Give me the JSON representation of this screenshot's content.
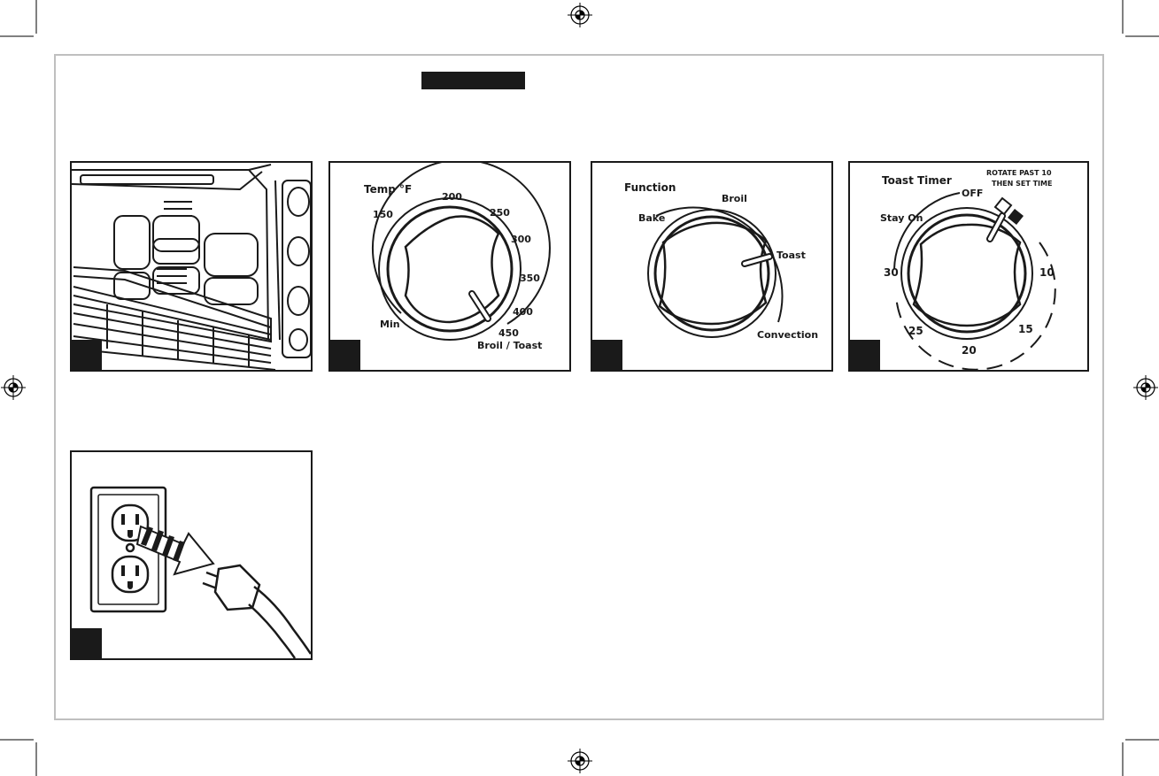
{
  "temp_dial": {
    "title": "Temp °F",
    "scale": [
      "150",
      "200",
      "250",
      "300",
      "350",
      "400",
      "450"
    ],
    "min": "Min",
    "max": "Broil / Toast"
  },
  "function_dial": {
    "title": "Function",
    "options": [
      "Bake",
      "Broil",
      "Toast",
      "Convection"
    ]
  },
  "timer_dial": {
    "title": "Toast Timer",
    "off": "OFF",
    "stay_on": "Stay On",
    "rotate_line1": "ROTATE PAST 10",
    "rotate_line2": "THEN SET TIME",
    "minutes": [
      "10",
      "15",
      "20",
      "25",
      "30"
    ]
  },
  "colors": {
    "ink": "#1a1a1a",
    "frame": "#bfbfbf",
    "paper": "#ffffff"
  }
}
